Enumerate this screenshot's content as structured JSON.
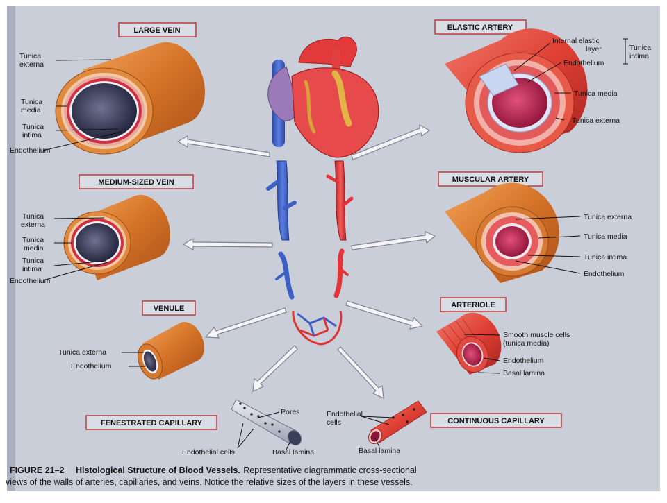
{
  "titles": {
    "large_vein": "LARGE VEIN",
    "medium_vein": "MEDIUM-SIZED VEIN",
    "venule": "VENULE",
    "fenestrated": "FENESTRATED CAPILLARY",
    "elastic_artery": "ELASTIC ARTERY",
    "muscular_artery": "MUSCULAR ARTERY",
    "arteriole": "ARTERIOLE",
    "continuous": "CONTINUOUS CAPILLARY"
  },
  "large_vein": {
    "tunica_externa": [
      "Tunica",
      "externa"
    ],
    "tunica_media": [
      "Tunica",
      "media"
    ],
    "tunica_intima": [
      "Tunica",
      "intima"
    ],
    "endothelium": "Endothelium"
  },
  "medium_vein": {
    "tunica_externa": [
      "Tunica",
      "externa"
    ],
    "tunica_media": [
      "Tunica",
      "media"
    ],
    "tunica_intima": [
      "Tunica",
      "intima"
    ],
    "endothelium": "Endothelium"
  },
  "venule": {
    "tunica_externa": "Tunica externa",
    "endothelium": "Endothelium"
  },
  "fenestrated": {
    "pores": "Pores",
    "endothelial_cells": "Endothelial cells",
    "basal_lamina": "Basal lamina"
  },
  "elastic_artery": {
    "internal_elastic": [
      "Internal elastic",
      "layer"
    ],
    "endothelium": "Endothelium",
    "tunica_intima": [
      "Tunica",
      "intima"
    ],
    "tunica_media": "Tunica media",
    "tunica_externa": "Tunica externa"
  },
  "muscular_artery": {
    "tunica_externa": "Tunica externa",
    "tunica_media": "Tunica media",
    "tunica_intima": "Tunica intima",
    "endothelium": "Endothelium"
  },
  "arteriole": {
    "smooth_muscle": [
      "Smooth muscle cells",
      "(tunica media)"
    ],
    "endothelium": "Endothelium",
    "basal_lamina": "Basal lamina"
  },
  "continuous": {
    "endothelial_cells": [
      "Endothelial",
      "cells"
    ],
    "basal_lamina": "Basal lamina"
  },
  "caption": {
    "figure_label": "FIGURE 21–2",
    "title": "Histological Structure of Blood Vessels.",
    "line1_rest": " Representative diagrammatic cross-sectional",
    "line2": "views of the walls of arteries, capillaries, and veins. Notice the relative sizes of the layers in these vessels."
  },
  "colors": {
    "vein_blue": "#3d5fc4",
    "artery_red": "#e3343a",
    "externa_orange": "#d77a2c",
    "lumen_dark": "#2c2d4e",
    "lumen_red": "#b21d4a",
    "title_box_fill": "#d8dde6",
    "title_box_stroke": "#c03030"
  }
}
